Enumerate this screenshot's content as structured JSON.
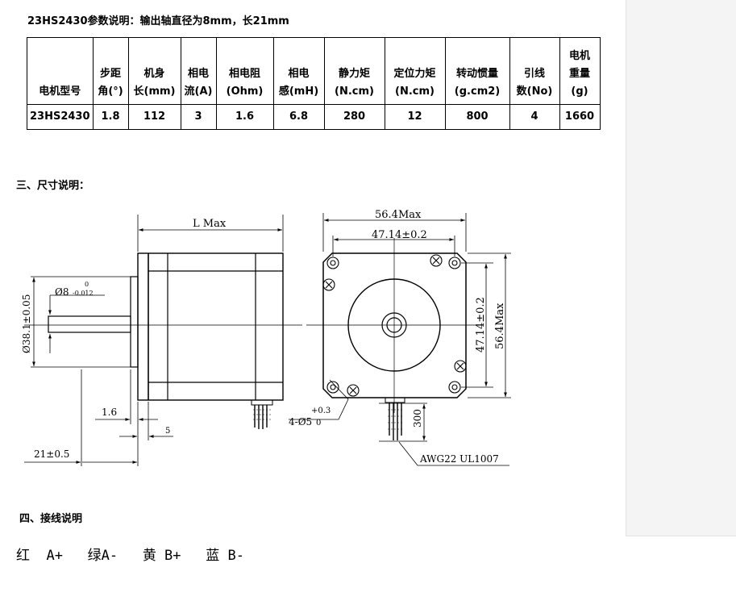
{
  "title": "23HS2430参数说明：输出轴直径为8mm，长21mm",
  "table": {
    "headers": [
      [
        "",
        "电机型号"
      ],
      [
        "步距",
        "角(°)"
      ],
      [
        "机身",
        "长(mm)"
      ],
      [
        "相电",
        "流(A)"
      ],
      [
        "相电阻",
        "(Ohm)"
      ],
      [
        "相电",
        "感(mH)"
      ],
      [
        "静力矩",
        "(N.cm)"
      ],
      [
        "定位力矩",
        "(N.cm)"
      ],
      [
        "转动惯量",
        "(g.cm2)"
      ],
      [
        "引线",
        "数(No)"
      ],
      [
        "电机",
        "重量",
        "(g)"
      ]
    ],
    "row": [
      "23HS2430",
      "1.8",
      "112",
      "3",
      "1.6",
      "6.8",
      "280",
      "12",
      "800",
      "4",
      "1660"
    ]
  },
  "section3_title": "三、尺寸说明：",
  "drawing": {
    "l_max": "L Max",
    "shaft_dia": "Ø8",
    "shaft_tol_upper": "0",
    "shaft_tol_lower": "-0.012",
    "pilot_dia": "Ø38.1±0.05",
    "dim_1_6": "1.6",
    "dim_5": "5",
    "dim_21": "21±0.5",
    "width_max": "56.4Max",
    "bolt_spacing": "47.14±0.2",
    "v_bolt_spacing": "47.14±0.2",
    "v_width_max": "56.4Max",
    "holes": "4-Ø5",
    "holes_tol_upper": "+0.3",
    "holes_tol_lower": "0",
    "lead_length": "300",
    "wire": "AWG22 UL1007"
  },
  "section4_title": "四、接线说明",
  "wiring": "红  A+   绿A-   黄 B+   蓝 B-"
}
